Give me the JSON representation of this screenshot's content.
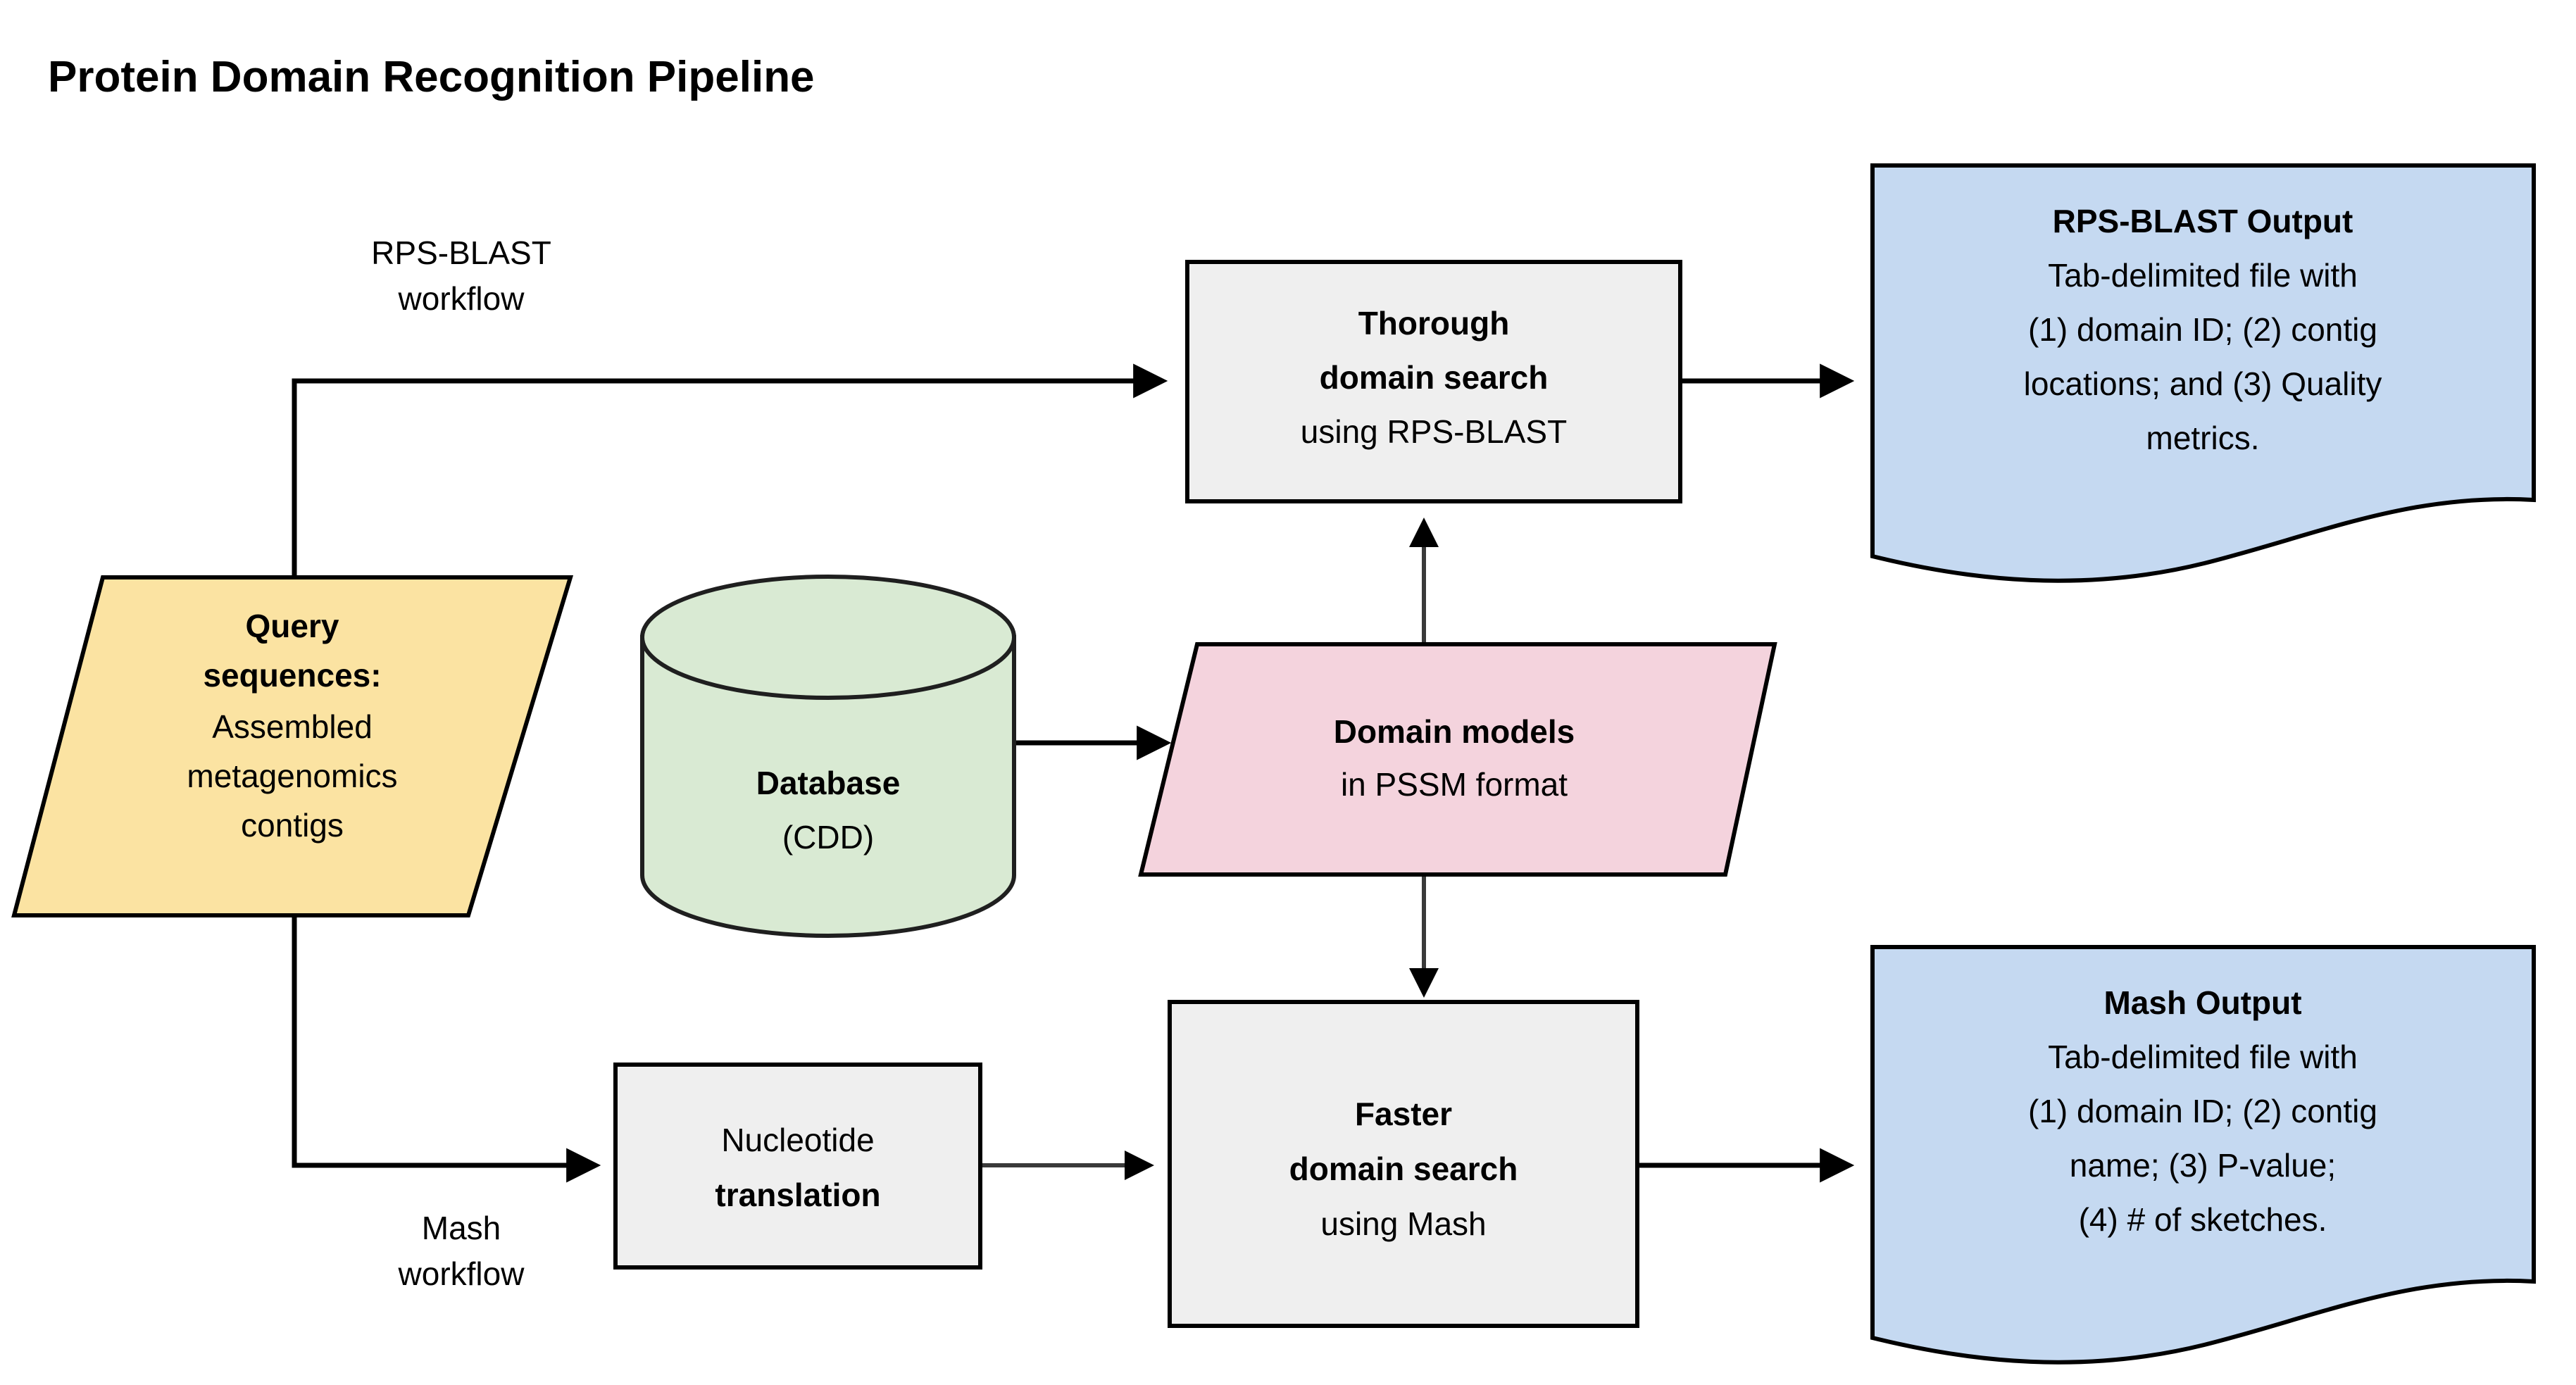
{
  "page": {
    "title": "Protein Domain Recognition Pipeline",
    "background_color": "#ffffff"
  },
  "colors": {
    "query_fill": "#fbe3a2",
    "database_fill": "#d9ead3",
    "domain_models_fill": "#f4d3dd",
    "process_fill": "#efefef",
    "output_doc_fill": "#c5d9f1",
    "stroke": "#000000"
  },
  "flow_labels": {
    "top": {
      "line1": "RPS-BLAST",
      "line2": "workflow"
    },
    "bottom": {
      "line1": "Mash",
      "line2": "workflow"
    }
  },
  "nodes": {
    "query": {
      "shape": "parallelogram",
      "lines": [
        {
          "text": "Query",
          "bold": true
        },
        {
          "text": "sequences:",
          "bold": true
        },
        {
          "text": "Assembled",
          "bold": false
        },
        {
          "text": "metagenomics",
          "bold": false
        },
        {
          "text": "contigs",
          "bold": false
        }
      ]
    },
    "database": {
      "shape": "cylinder",
      "lines": [
        {
          "text": "Database",
          "bold": true
        },
        {
          "text": "(CDD)",
          "bold": false
        }
      ]
    },
    "domain_models": {
      "shape": "parallelogram",
      "lines": [
        {
          "text": "Domain models",
          "bold": true
        },
        {
          "text": "in PSSM format",
          "bold": false
        }
      ]
    },
    "thorough_search": {
      "shape": "process",
      "lines": [
        {
          "text": "Thorough",
          "bold": true
        },
        {
          "text": "domain search",
          "bold": true
        },
        {
          "text": "using RPS-BLAST",
          "bold": false
        }
      ]
    },
    "nucleotide_translation": {
      "shape": "process",
      "lines": [
        {
          "text": "Nucleotide",
          "bold": false
        },
        {
          "text": "translation",
          "bold": true
        }
      ]
    },
    "faster_search": {
      "shape": "process",
      "lines": [
        {
          "text": "Faster",
          "bold": true
        },
        {
          "text": "domain search",
          "bold": true
        },
        {
          "text": "using Mash",
          "bold": false
        }
      ]
    },
    "rps_blast_output": {
      "shape": "document",
      "lines": [
        {
          "text": "RPS-BLAST Output",
          "bold": true
        },
        {
          "text": "Tab-delimited file with",
          "bold": false
        },
        {
          "text": "(1) domain ID; (2) contig",
          "bold": false
        },
        {
          "text": "locations; and (3) Quality",
          "bold": false
        },
        {
          "text": "metrics.",
          "bold": false
        }
      ]
    },
    "mash_output": {
      "shape": "document",
      "lines": [
        {
          "text": "Mash Output",
          "bold": true
        },
        {
          "text": "Tab-delimited file with",
          "bold": false
        },
        {
          "text": "(1) domain ID; (2) contig",
          "bold": false
        },
        {
          "text": "name; (3) P-value;",
          "bold": false
        },
        {
          "text": "(4) # of sketches.",
          "bold": false
        }
      ]
    }
  },
  "edges": [
    {
      "from": "query",
      "to": "thorough_search",
      "style": "elbow-up-right",
      "arrow": true
    },
    {
      "from": "query",
      "to": "nucleotide_translation",
      "style": "elbow-down-right",
      "arrow": true
    },
    {
      "from": "database",
      "to": "domain_models",
      "style": "straight-right",
      "arrow": true
    },
    {
      "from": "domain_models",
      "to": "thorough_search",
      "style": "straight-up",
      "arrow": true
    },
    {
      "from": "domain_models",
      "to": "faster_search",
      "style": "straight-down",
      "arrow": true
    },
    {
      "from": "nucleotide_translation",
      "to": "faster_search",
      "style": "straight-right",
      "arrow": true
    },
    {
      "from": "thorough_search",
      "to": "rps_blast_output",
      "style": "straight-right",
      "arrow": true
    },
    {
      "from": "faster_search",
      "to": "mash_output",
      "style": "straight-right",
      "arrow": true
    }
  ]
}
